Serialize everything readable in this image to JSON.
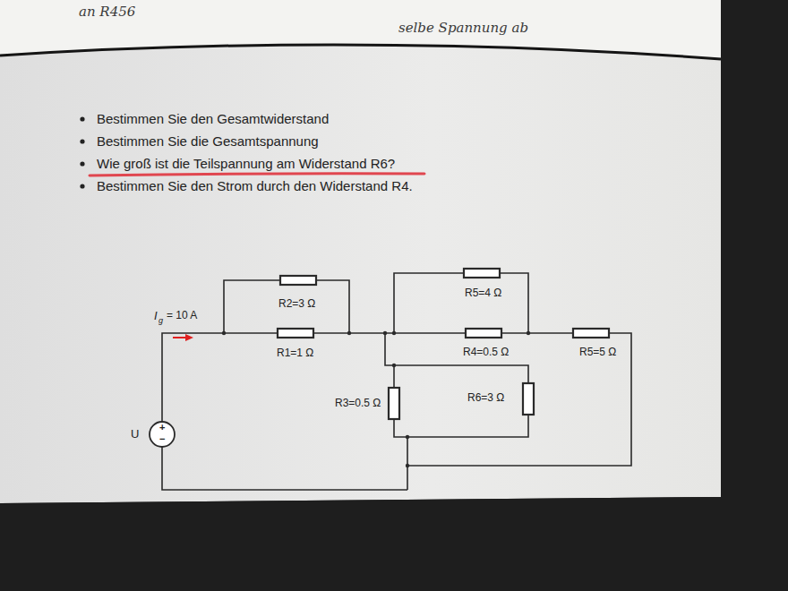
{
  "diagram": {
    "labels": [
      "an R456",
      "selbe Spannung ab",
      "Bestimmen Sie den Gesamtwiderstand",
      "Bestimmen Sie die Gesamtspannung",
      "Wie groß ist die Teilspannung am Widerstand R6?",
      "Bestimmen Sie den Strom durch den Widerstand R4.",
      "R2=3 Ω",
      "R1=1 Ω",
      "R5=4 Ω",
      "R4=0.5 Ω",
      "R5=5 Ω",
      "R3=0.5 Ω",
      "R6=3 Ω",
      "I",
      "g",
      "= 10 A",
      "U",
      "+",
      "−"
    ]
  }
}
